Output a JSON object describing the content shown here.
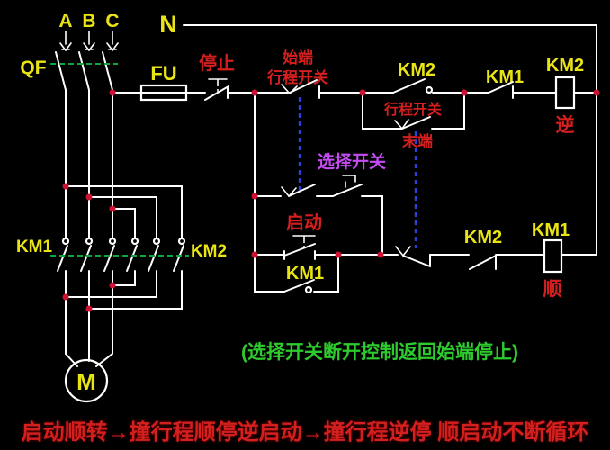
{
  "diagram": {
    "title_hint": "motor forward-reverse limit-switch auto-cycle control circuit",
    "colors": {
      "background": "#000000",
      "wire": "#ffffff",
      "label_yellow": "#e9e414",
      "label_red": "#d41f1f",
      "label_magenta": "#c44cf2",
      "label_green": "#2ecb2e",
      "mech_link_blue": "#2b42d8",
      "gang_link_green": "#0fa743",
      "junction_dot": "#cf1233"
    },
    "power": {
      "phase_a": "A",
      "phase_b": "B",
      "phase_c": "C",
      "breaker": "QF",
      "fuse": "FU",
      "neutral": "N"
    },
    "main": {
      "km1_contacts": "KM1",
      "km2_contacts": "KM2",
      "motor": "M"
    },
    "control": {
      "stop": "停止",
      "start_limit_line1": "始端",
      "start_limit_line2": "行程开关",
      "km2_seal": "KM2",
      "end_limit_box": "行程开关",
      "end_limit": "末端",
      "km1_interlock": "KM1",
      "km2_coil": "KM2",
      "reverse": "逆",
      "selector": "选择开关",
      "start": "启动",
      "km1_seal": "KM1",
      "km2_interlock": "KM2",
      "km1_coil": "KM1",
      "forward": "顺"
    },
    "notes": {
      "selector_note": "(选择开关断开控制返回始端停止)",
      "cycle_banner": "启动顺转→撞行程顺停逆启动→撞行程逆停 顺启动不断循环"
    }
  }
}
